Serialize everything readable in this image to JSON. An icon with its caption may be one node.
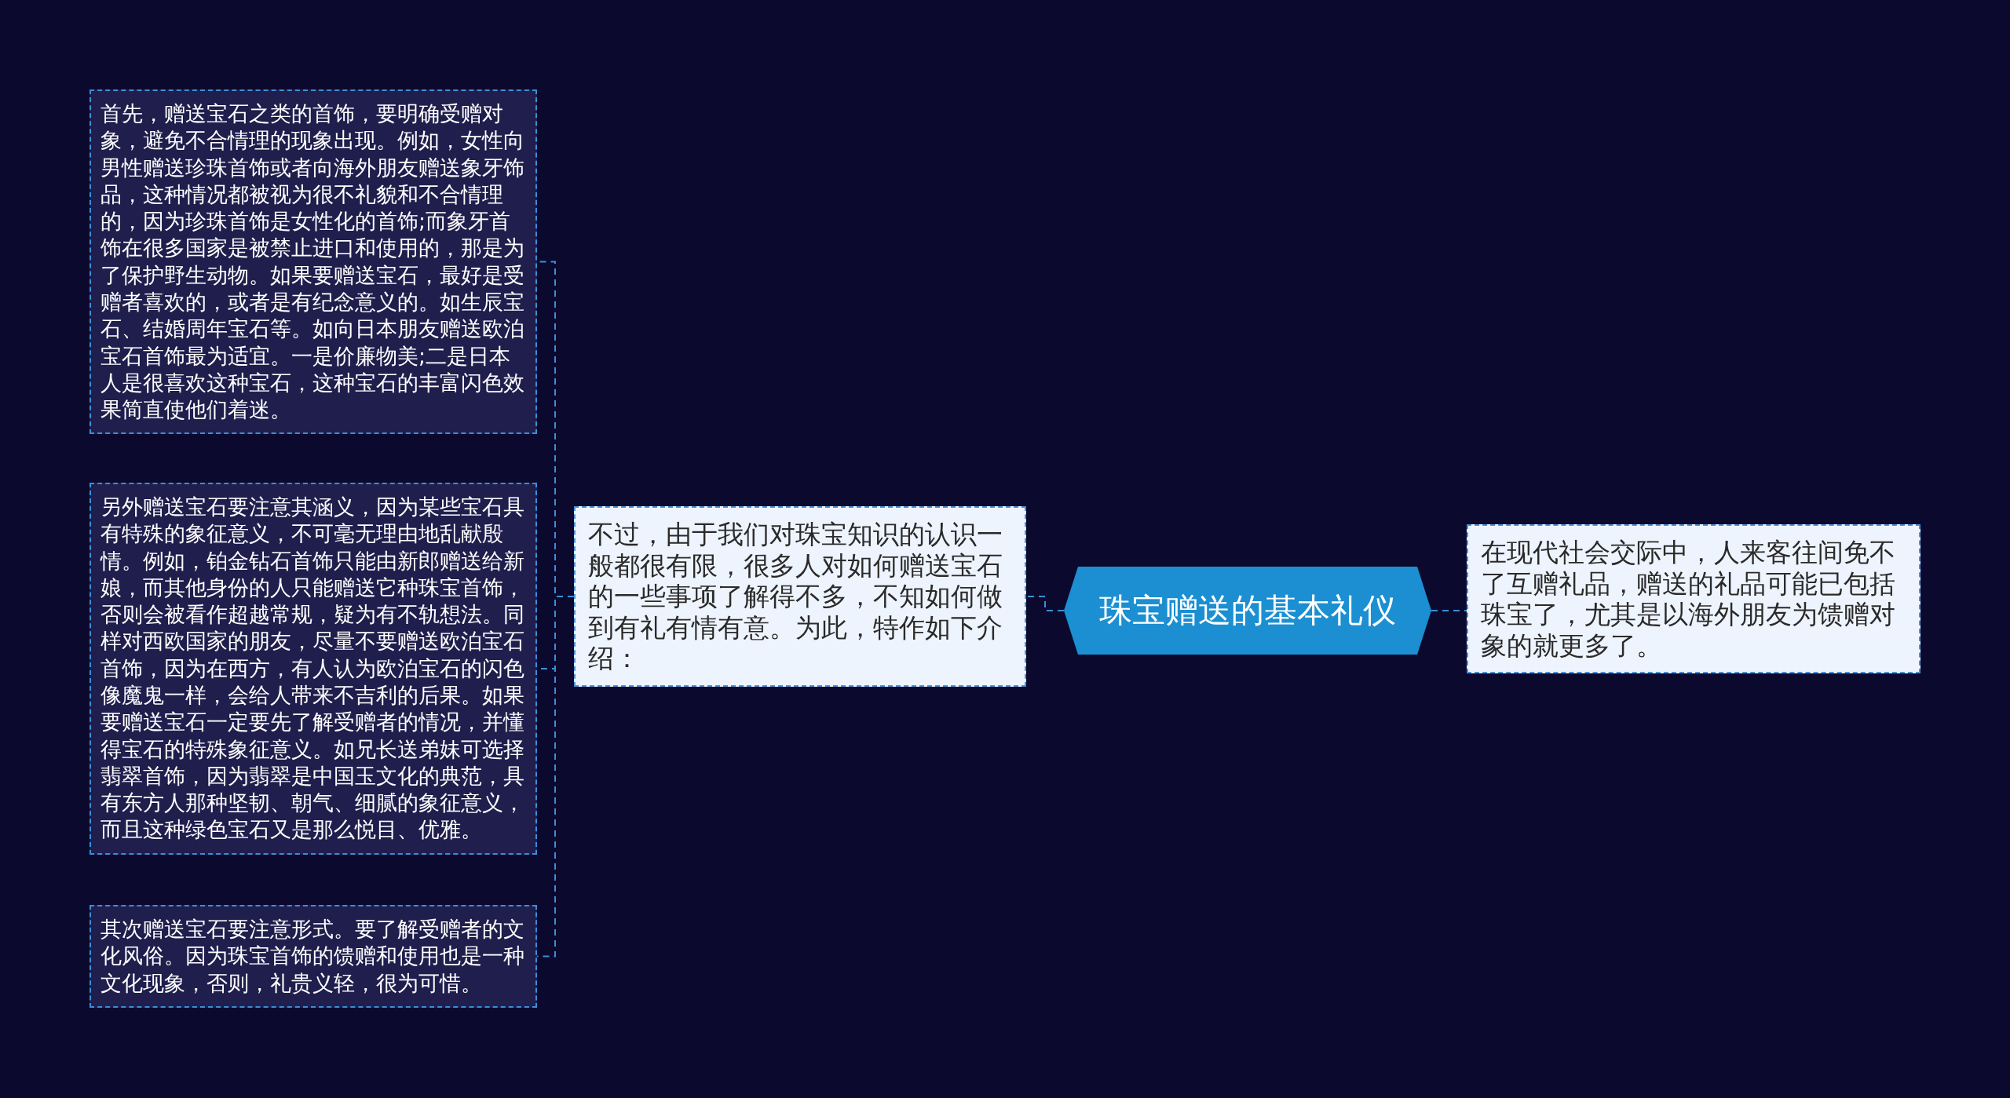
{
  "diagram": {
    "nodes": [
      {
        "text": [
          "珠宝赠送的基本礼仪"
        ]
      },
      {
        "text": [
          "在现代社会交际中，人来客往间免不了互赠礼品，赠送的礼品可能已包括珠宝了，尤其是以海外朋友为馈赠对象的就更多了。"
        ]
      },
      {
        "text": [
          "不过，由于我们对珠宝知识的认识一般都很有限，很多人对如何赠送宝石的一些事项了解得不多，不知如何做到有礼有情有意。为此，特作如下介绍："
        ]
      },
      {
        "text": [
          "首先，赠送宝石之类的首饰，要明确受赠对象，避免不合情理的现象出现。例如，女性向男性赠送珍珠首饰或者向海外朋友赠送象牙饰品，这种情况都被视为很不礼貌和不合情理的，因为珍珠首饰是女性化的首饰;而象牙首饰在很多国家是被禁止进口和使用的，那是为了保护野生动物。如果要赠送宝石，最好是受赠者喜欢的，或者是有纪念意义的。如生辰宝石、结婚周年宝石等。如向日本朋友赠送欧泊宝石首饰最为适宜。一是价廉物美;二是日本人是很喜欢这种宝石，这种宝石的丰富闪色效果简直使他们着迷。"
        ]
      },
      {
        "text": [
          "另外赠送宝石要注意其涵义，因为某些宝石具有特殊的象征意义，不可毫无理由地乱献殷情。例如，铂金钻石首饰只能由新郎赠送给新娘，而其他身份的人只能赠送它种珠宝首饰，否则会被看作超越常规，疑为有不轨想法。同样对西欧国家的朋友，尽量不要赠送欧泊宝石首饰，因为在西方，有人认为欧泊宝石的闪色像魔鬼一样，会给人带来不吉利的后果。如果要赠送宝石一定要先了解受赠者的情况，并懂得宝石的特殊象征意义。如兄长送弟妹可选择翡翠首饰，因为翡翠是中国玉文化的典范，具有东方人那种坚韧、朝气、细腻的象征意义，而且这种绿色宝石又是那么悦目、优雅。"
        ]
      },
      {
        "text": [
          "其次赠送宝石要注意形式。要了解受赠者的文化风俗。因为珠宝首饰的馈赠和使用也是一种文化现象，否则，礼贵义轻，很为可惜。"
        ]
      }
    ],
    "edges": [
      {
        "from": 0,
        "to": 1,
        "arrow": "none"
      },
      {
        "from": 0,
        "to": 2,
        "arrow": "none"
      },
      {
        "from": 2,
        "to": 3,
        "arrow": "none"
      },
      {
        "from": 2,
        "to": 4,
        "arrow": "none"
      },
      {
        "from": 2,
        "to": 5,
        "arrow": "none"
      }
    ]
  }
}
